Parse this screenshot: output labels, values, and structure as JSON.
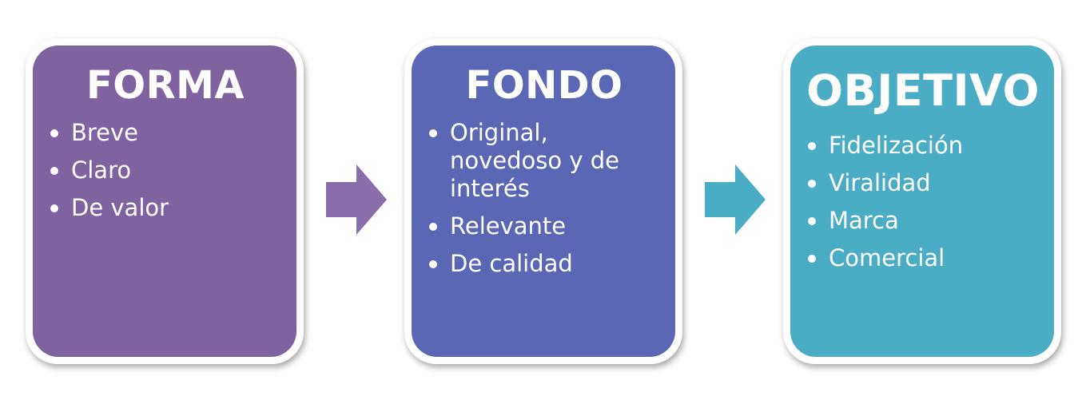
{
  "diagram": {
    "boxes": [
      {
        "title": "FORMA",
        "color": "#7F63A1",
        "items": [
          "Breve",
          "Claro",
          "De valor"
        ]
      },
      {
        "title": "FONDO",
        "color": "#5B67B5",
        "items": [
          "Original, novedoso y de interés",
          "Relevante",
          "De calidad"
        ]
      },
      {
        "title": "OBJETIVO",
        "color": "#4BACC6",
        "items": [
          "Fidelización",
          "Viralidad",
          "Marca",
          "Comercial"
        ]
      }
    ],
    "arrows": [
      {
        "color": "#8A6DAB",
        "icon": "arrow-right-icon"
      },
      {
        "color": "#4BACC6",
        "icon": "arrow-right-icon"
      }
    ]
  }
}
